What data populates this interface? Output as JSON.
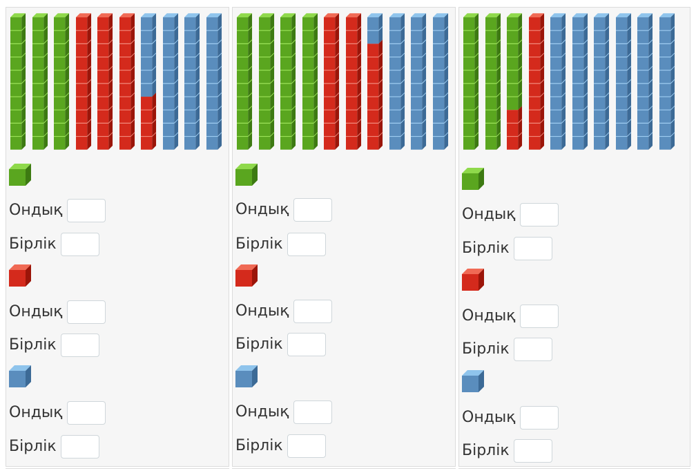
{
  "labels": {
    "tens": "Ондық",
    "ones": "Бірлік"
  },
  "colors": {
    "green": {
      "front": "#5aa61f",
      "top": "#8fd94b",
      "side": "#3d7a12",
      "line": "#9de35a"
    },
    "red": {
      "front": "#d42a1c",
      "top": "#f06a55",
      "side": "#9b1509",
      "line": "#f28a7c"
    },
    "blue": {
      "front": "#5a8dbd",
      "top": "#8fc4ec",
      "side": "#3c6a96",
      "line": "#9fcdf2"
    }
  },
  "panels": [
    {
      "rods": [
        [
          "green"
        ],
        [
          "green"
        ],
        [
          "green"
        ],
        [
          "red"
        ],
        [
          "red"
        ],
        [
          "red"
        ],
        [
          {
            "color": "blue",
            "count": 6
          },
          {
            "color": "red",
            "count": 4
          }
        ],
        [
          "blue"
        ],
        [
          "blue"
        ],
        [
          "blue"
        ]
      ],
      "groups": [
        {
          "color": "green",
          "tens": "",
          "ones": ""
        },
        {
          "color": "red",
          "tens": "",
          "ones": ""
        },
        {
          "color": "blue",
          "tens": "",
          "ones": ""
        }
      ]
    },
    {
      "rods": [
        [
          "green"
        ],
        [
          "green"
        ],
        [
          "green"
        ],
        [
          "green"
        ],
        [
          "red"
        ],
        [
          "red"
        ],
        [
          {
            "color": "blue",
            "count": 2
          },
          {
            "color": "red",
            "count": 8
          }
        ],
        [
          "blue"
        ],
        [
          "blue"
        ],
        [
          "blue"
        ]
      ],
      "groups": [
        {
          "color": "green",
          "tens": "",
          "ones": ""
        },
        {
          "color": "red",
          "tens": "",
          "ones": ""
        },
        {
          "color": "blue",
          "tens": "",
          "ones": ""
        }
      ]
    },
    {
      "rods": [
        [
          "green"
        ],
        [
          "green"
        ],
        [
          {
            "color": "green",
            "count": 7
          },
          {
            "color": "red",
            "count": 3
          }
        ],
        [
          "red"
        ],
        [
          "blue"
        ],
        [
          "blue"
        ],
        [
          "blue"
        ],
        [
          "blue"
        ],
        [
          "blue"
        ],
        [
          "blue"
        ]
      ],
      "groups": [
        {
          "color": "green",
          "tens": "",
          "ones": ""
        },
        {
          "color": "red",
          "tens": "",
          "ones": ""
        },
        {
          "color": "blue",
          "tens": "",
          "ones": ""
        }
      ]
    }
  ]
}
